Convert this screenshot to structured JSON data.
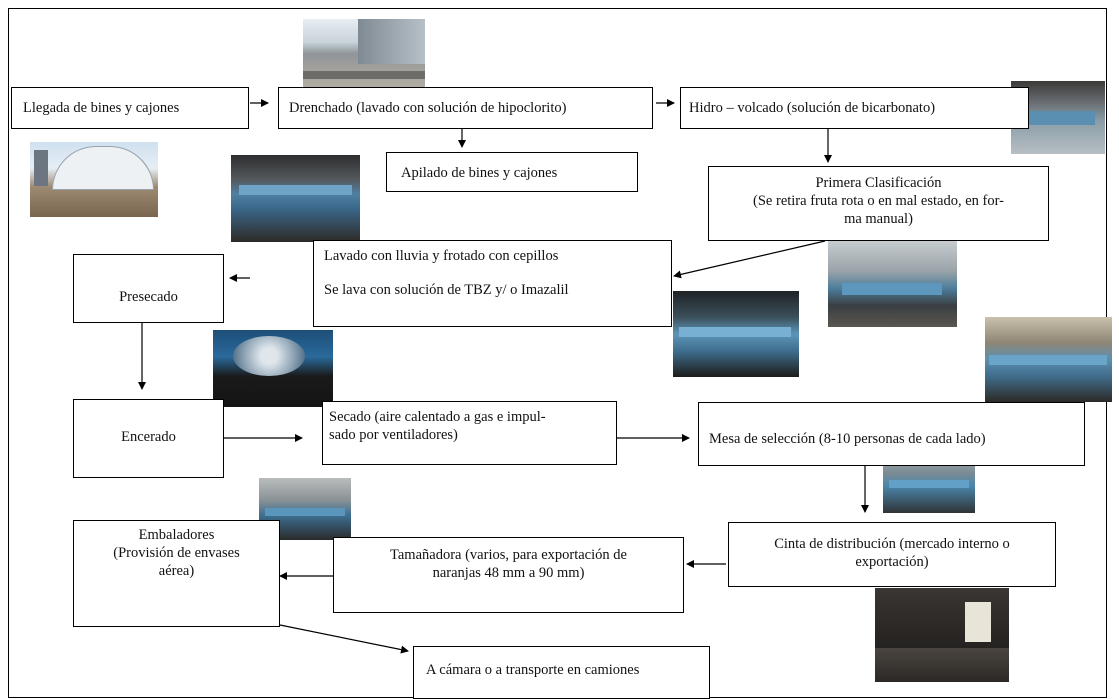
{
  "steps": {
    "llegada": "Llegada de bines y cajones",
    "drenchado": "Drenchado (lavado con solución de hipoclorito)",
    "hidro": "Hidro – volcado (solución de bicarbonato)",
    "apilado": "Apilado de bines y cajones",
    "primera_l1": "Primera Clasificación",
    "primera_l2": "(Se retira  fruta rota o en mal estado, en for-",
    "primera_l3": "ma manual)",
    "lavado_l1": "Lavado con lluvia y frotado con cepillos",
    "lavado_l2": "Se lava con solución de TBZ y/ o Imazalil",
    "presecado": "Presecado",
    "encerado": "Encerado",
    "secado_l1": "Secado (aire calentado a gas  e  impul-",
    "secado_l2": "sado por ventiladores)",
    "mesa": "Mesa de selección (8-10 personas de cada lado)",
    "cinta_l1": "Cinta de distribución (mercado interno o",
    "cinta_l2": "exportación)",
    "tamanadora_l1": "Tamañadora  (varios, para exportación de",
    "tamanadora_l2": "naranjas 48 mm a 90 mm)",
    "embaladores_l1": "Embaladores",
    "embaladores_l2": "(Provisión de envases",
    "embaladores_l3": "aérea)",
    "camara": "A cámara o a  transporte en camiones"
  }
}
